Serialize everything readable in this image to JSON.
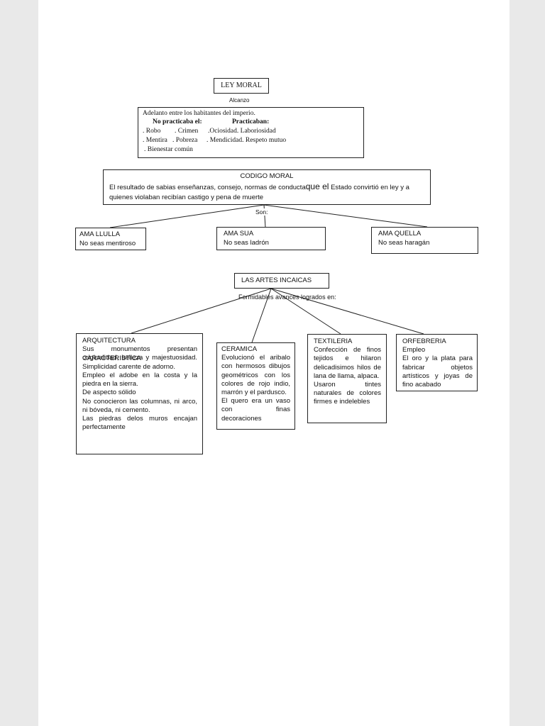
{
  "ley_moral": {
    "title": "LEY MORAL",
    "alcanzo": "Alcanzo",
    "adelanto": "Adelanto  entre los habitantes del imperio.",
    "no_practicaba_label": "No practicaba el:",
    "practicaban_label": "Practicaban:",
    "no_practicaba_items": [
      ". Robo",
      ". Crimen",
      ". Mentira",
      ". Pobreza",
      ". Bienestar común"
    ],
    "practicaban_items": [
      ".Ociosidad. Laboriosidad",
      ". Mendicidad. Respeto mutuo"
    ]
  },
  "codigo_moral": {
    "title": "CODIGO MORAL",
    "text_start": "El resultado de sabias enseñanzas, consejo, normas de conducta",
    "text_big": "que el",
    "text_end": " Estado convirtió en ley y a quienes violaban recibían castigo y pena de muerte",
    "connector": "Son:"
  },
  "mandamientos": [
    {
      "title": "AMA LLULLA",
      "text": "No seas mentiroso"
    },
    {
      "title": "AMA SUA",
      "text": "No seas ladrón"
    },
    {
      "title": "AMA QUELLA",
      "text": "No seas haragán"
    }
  ],
  "artes": {
    "title": "LAS ARTES INCAICAS",
    "connector": "Formidables avances logrados en:"
  },
  "arquitectura": {
    "title": "ARQUITECTURA",
    "p1": "Sus monumentos presentan originalidad, belleza y majestuosidad.",
    "subtitle": "CARACTERISTICA",
    "items": [
      "Simplicidad carente de adorno.",
      "Empleo el adobe en la costa y la piedra en la sierra.",
      "De aspecto sólido",
      "No conocieron las columnas, ni arco, ni bóveda, ni cemento.",
      "Las piedras delos muros encajan perfectamente"
    ]
  },
  "ceramica": {
    "title": "CERAMICA",
    "p1": "Evolucionó el aribalo con hermosos dibujos geométricos con los colores de rojo indio, marrón y el pardusco.",
    "p2": "El quero era un vaso con finas decoraciones"
  },
  "textileria": {
    "title": "TEXTILERIA",
    "p1": "Confección de finos tejidos e hilaron delicadisimos hilos de lana de llama, alpaca.",
    "p2": "Usaron tintes naturales de colores firmes e indelebles"
  },
  "orfebreria": {
    "title": "ORFEBRERIA",
    "p1": "Empleo",
    "p2": "El oro y la plata para fabricar objetos artísticos y joyas de fino acabado"
  }
}
